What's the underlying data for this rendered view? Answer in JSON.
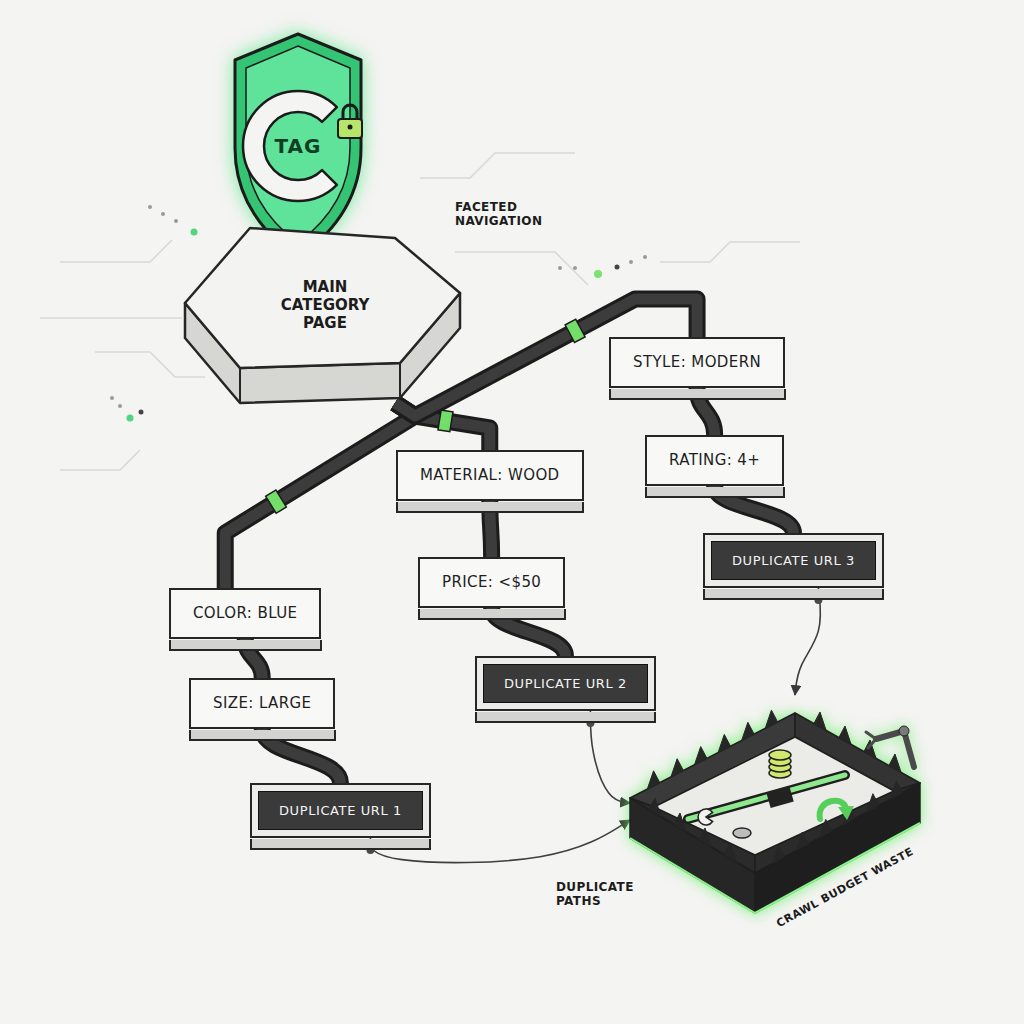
{
  "diagram": {
    "nodes": [
      {
        "text": [
          "TAG"
        ]
      },
      {
        "text": [
          "MAIN CATEGORY PAGE"
        ]
      },
      {
        "text": [
          "COLOR: BLUE"
        ]
      },
      {
        "text": [
          "SIZE: LARGE"
        ]
      },
      {
        "text": [
          "DUPLICATE URL 1"
        ]
      },
      {
        "text": [
          "MATERIAL: WOOD"
        ]
      },
      {
        "text": [
          "PRICE: <$50"
        ]
      },
      {
        "text": [
          "DUPLICATE URL 2"
        ]
      },
      {
        "text": [
          "STYLE: MODERN"
        ]
      },
      {
        "text": [
          "RATING: 4+"
        ]
      },
      {
        "text": [
          "DUPLICATE URL 3"
        ]
      },
      {
        "text": [
          "CRAWL BUDGET WASTE"
        ]
      }
    ],
    "edges": [
      {
        "from": 1,
        "to": 2,
        "arrow": "none"
      },
      {
        "from": 2,
        "to": 3,
        "arrow": "none"
      },
      {
        "from": 3,
        "to": 4,
        "arrow": "none"
      },
      {
        "from": 1,
        "to": 5,
        "arrow": "none"
      },
      {
        "from": 5,
        "to": 6,
        "arrow": "none"
      },
      {
        "from": 6,
        "to": 7,
        "arrow": "none"
      },
      {
        "from": 1,
        "to": 8,
        "arrow": "none"
      },
      {
        "from": 8,
        "to": 9,
        "arrow": "none"
      },
      {
        "from": 9,
        "to": 10,
        "arrow": "none"
      },
      {
        "from": 4,
        "to": 11,
        "arrow": "to"
      },
      {
        "from": 7,
        "to": 11,
        "arrow": "to"
      },
      {
        "from": 10,
        "to": 11,
        "arrow": "to"
      }
    ],
    "labels": [
      "FACETED NAVIGATION",
      "DUPLICATE PATHS"
    ]
  }
}
